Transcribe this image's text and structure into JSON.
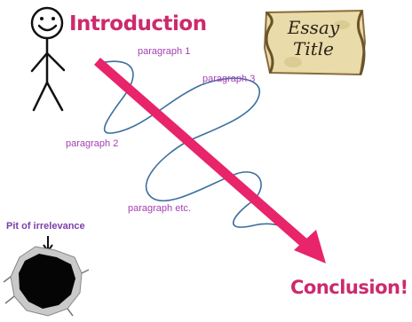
{
  "labels": {
    "introduction": "Introduction",
    "conclusion": "Conclusion!",
    "paragraph_1": "paragraph 1",
    "paragraph_2": "paragraph 2",
    "paragraph_3": "paragraph 3",
    "paragraph_etc": "paragraph etc.",
    "pit": "Pit of irrelevance"
  },
  "essay_title": {
    "line1": "Essay",
    "line2": "Title"
  },
  "colors": {
    "heading": "#cc2a6e",
    "paragraph_label": "#a53fb3",
    "arrow": "#e8246a",
    "wander_line": "#3b6f9e",
    "scroll_paper": "#e9dbaa",
    "pit": "#050505"
  },
  "icons": [
    "stick-figure-icon",
    "essay-scroll-icon",
    "pit-hole-icon"
  ]
}
